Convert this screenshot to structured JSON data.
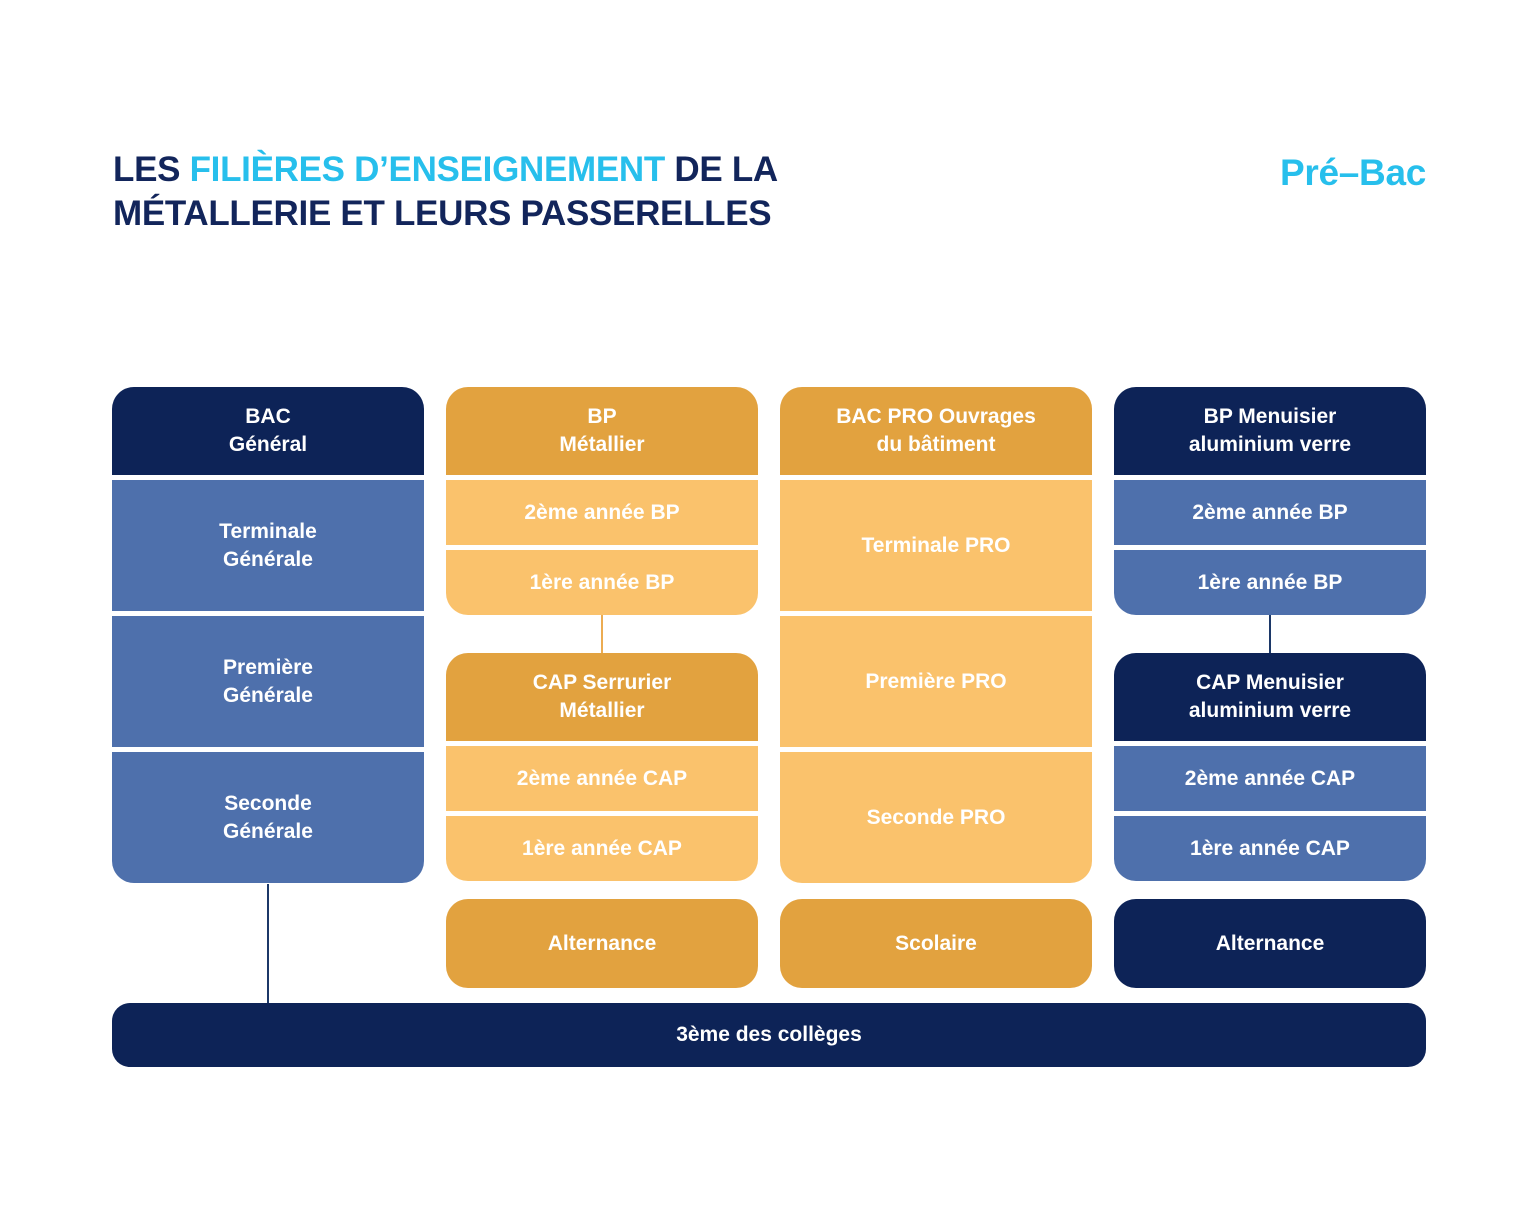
{
  "title": {
    "seg1": "LES ",
    "seg2": "FILIÈRES D’ENSEIGNEMENT",
    "seg3": " DE LA",
    "line2": "MÉTALLERIE ET LEURS PASSERELLES"
  },
  "badge": {
    "label": "Pré–Bac"
  },
  "columns": [
    {
      "id": "bac-general",
      "theme": "blue",
      "header": [
        "BAC",
        "Général"
      ],
      "rows": [
        [
          "Terminale",
          "Générale"
        ],
        [
          "Première",
          "Générale"
        ],
        [
          "Seconde",
          "Générale"
        ]
      ]
    },
    {
      "id": "bp-metallier",
      "theme": "orange",
      "header": [
        "BP",
        "Métallier"
      ],
      "rows_top": [
        "2ème année BP",
        "1ère année BP"
      ],
      "header2": [
        "CAP Serrurier",
        "Métallier"
      ],
      "rows_bottom": [
        "2ème année CAP",
        "1ère année CAP"
      ],
      "bottom_box": "Alternance"
    },
    {
      "id": "bac-pro-ouvrages",
      "theme": "orange",
      "header": [
        "BAC PRO Ouvrages",
        "du bâtiment"
      ],
      "rows": [
        "Terminale PRO",
        "Première PRO",
        "Seconde PRO"
      ],
      "bottom_box": "Scolaire"
    },
    {
      "id": "bp-menuisier",
      "theme": "blue",
      "header": [
        "BP Menuisier",
        "aluminium verre"
      ],
      "rows_top": [
        "2ème année BP",
        "1ère année BP"
      ],
      "header2": [
        "CAP Menuisier",
        "aluminium verre"
      ],
      "rows_bottom": [
        "2ème année CAP",
        "1ère année CAP"
      ],
      "bottom_box": "Alternance"
    }
  ],
  "footer": {
    "label": "3ème des collèges"
  },
  "colors": {
    "navy": "#0d2357",
    "blue": "#4e70ac",
    "amber": "#e2a23f",
    "amberLight": "#fac26c",
    "cyan": "#27bfec",
    "titleNavy": "#12255b",
    "lineBlue": "#1c3868",
    "lineAmber": "#ecac52",
    "background": "#ffffff"
  }
}
